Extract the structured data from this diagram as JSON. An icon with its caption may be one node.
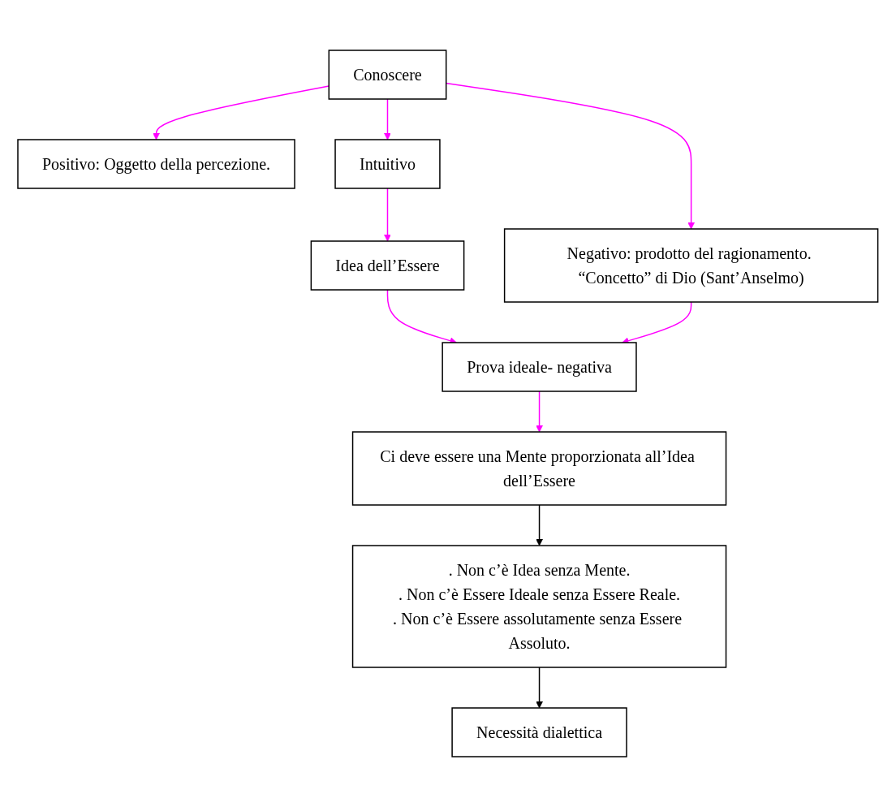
{
  "diagram": {
    "nodes": [
      {
        "text": [
          "Conoscere"
        ]
      },
      {
        "text": [
          "Positivo: Oggetto della percezione."
        ]
      },
      {
        "text": [
          "Negativo: prodotto del ragionamento. “Concetto” di Dio (Sant’Anselmo)"
        ]
      },
      {
        "text": [
          "Intuitivo"
        ]
      },
      {
        "text": [
          "Idea dell’Essere"
        ]
      },
      {
        "text": [
          "Prova ideale- negativa"
        ]
      },
      {
        "text": [
          "Ci deve essere una Mente proporzionata all’Idea dell’Essere"
        ]
      },
      {
        "text": [
          "Necessità dialettica"
        ]
      },
      {
        "text": [
          ". Non c’è Idea senza Mente.",
          ". Non c’è Essere Ideale senza Essere Reale.",
          ". Non c’è Essere assolutamente senza Essere Assoluto."
        ]
      }
    ],
    "edges": [
      {
        "from": 0,
        "to": 1,
        "arrow": "to"
      },
      {
        "from": 0,
        "to": 2,
        "arrow": "to"
      },
      {
        "from": 0,
        "to": 3,
        "arrow": "to"
      },
      {
        "from": 3,
        "to": 4,
        "arrow": "to"
      },
      {
        "from": 4,
        "to": 5,
        "arrow": "to"
      },
      {
        "from": 2,
        "to": 5,
        "arrow": "to"
      },
      {
        "from": 5,
        "to": 6,
        "arrow": "to"
      },
      {
        "from": 6,
        "to": 8,
        "arrow": "to",
        "color": "#000000"
      },
      {
        "from": 8,
        "to": 7,
        "arrow": "to",
        "color": "#000000"
      }
    ]
  }
}
